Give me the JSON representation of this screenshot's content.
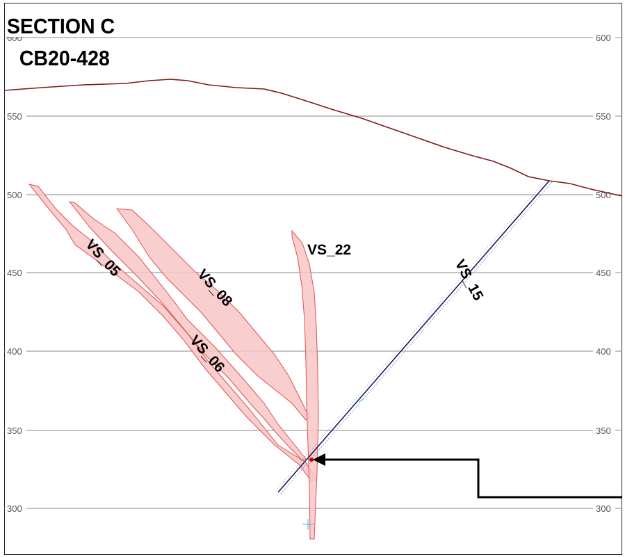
{
  "section": {
    "title": "SECTION C",
    "drillhole": "CB20-428"
  },
  "elevation_axis": {
    "ticks": [
      "600",
      "550",
      "500",
      "450",
      "400",
      "350",
      "300"
    ]
  },
  "veins": [
    {
      "id": "vs05",
      "label": "VS_05"
    },
    {
      "id": "vs06",
      "label": "VS_06"
    },
    {
      "id": "vs08",
      "label": "VS_08"
    },
    {
      "id": "vs22",
      "label": "VS_22"
    },
    {
      "id": "vs15",
      "label": "VS_15"
    }
  ],
  "colors": {
    "topography": "#7a1a1a",
    "vein_fill": "#f7c6c6",
    "vein_stroke": "#e05050",
    "drillhole": "#1a1a5a",
    "gridline": "#888888",
    "callout_arrow": "#000000"
  }
}
